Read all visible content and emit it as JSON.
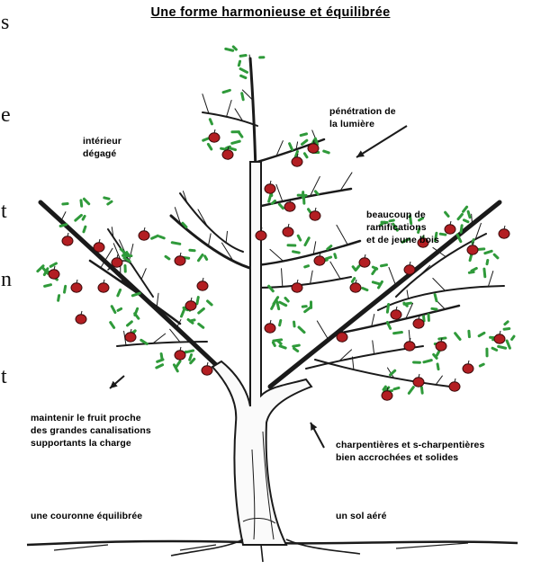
{
  "title": "Une forme harmonieuse et équilibrée",
  "labels": {
    "interieur": [
      "intérieur",
      "dégagé"
    ],
    "lumiere": [
      "pénétration de",
      "la lumière"
    ],
    "ramifications": [
      "beaucoup de",
      "ramifications",
      "et de jeune bois"
    ],
    "fruit": [
      "maintenir le fruit proche",
      "des grandes canalisations",
      "supportants la charge"
    ],
    "charpentieres": [
      "charpentières et s-charpentières",
      "bien accrochées et solides"
    ],
    "couronne": "une couronne équilibrée",
    "sol": "un sol aéré"
  },
  "margin_fragments": [
    "s",
    "e",
    "t",
    "n",
    "t"
  ],
  "colors": {
    "ink": "#1a1a1a",
    "leaf": "#2f9a3a",
    "fruit": "#b31e22"
  }
}
